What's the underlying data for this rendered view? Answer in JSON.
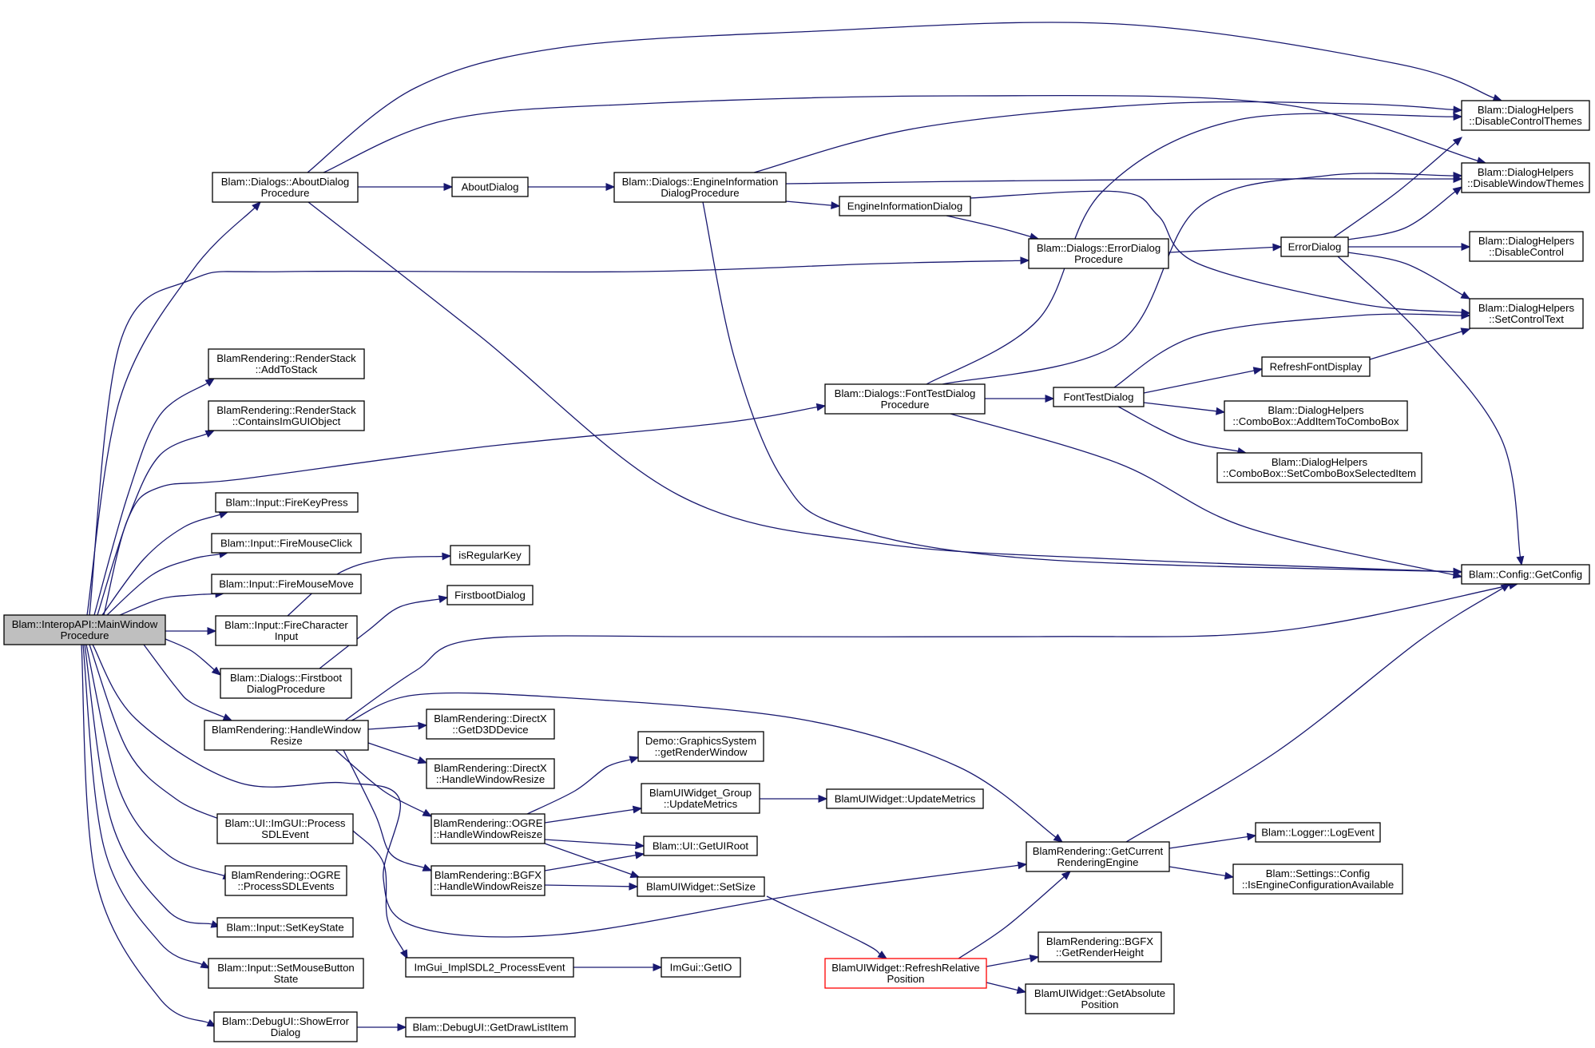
{
  "nodes": {
    "main": {
      "lines": [
        "Blam::InteropAPI::MainWindow",
        "Procedure"
      ],
      "style": "root"
    },
    "about_proc": {
      "lines": [
        "Blam::Dialogs::AboutDialog",
        "Procedure"
      ]
    },
    "about": {
      "lines": [
        "AboutDialog"
      ]
    },
    "engine_info_proc": {
      "lines": [
        "Blam::Dialogs::EngineInformation",
        "DialogProcedure"
      ]
    },
    "engine_info": {
      "lines": [
        "EngineInformationDialog"
      ]
    },
    "error_proc": {
      "lines": [
        "Blam::Dialogs::ErrorDialog",
        "Procedure"
      ]
    },
    "error": {
      "lines": [
        "ErrorDialog"
      ]
    },
    "disable_control_themes": {
      "lines": [
        "Blam::DialogHelpers",
        "::DisableControlThemes"
      ]
    },
    "disable_window_themes": {
      "lines": [
        "Blam::DialogHelpers",
        "::DisableWindowThemes"
      ]
    },
    "disable_control": {
      "lines": [
        "Blam::DialogHelpers",
        "::DisableControl"
      ]
    },
    "set_control_text": {
      "lines": [
        "Blam::DialogHelpers",
        "::SetControlText"
      ]
    },
    "add_to_stack": {
      "lines": [
        "BlamRendering::RenderStack",
        "::AddToStack"
      ]
    },
    "contains_imgui": {
      "lines": [
        "BlamRendering::RenderStack",
        "::ContainsImGUIObject"
      ]
    },
    "font_test_proc": {
      "lines": [
        "Blam::Dialogs::FontTestDialog",
        "Procedure"
      ]
    },
    "font_test": {
      "lines": [
        "FontTestDialog"
      ]
    },
    "refresh_font": {
      "lines": [
        "RefreshFontDisplay"
      ]
    },
    "add_item_combo": {
      "lines": [
        "Blam::DialogHelpers",
        "::ComboBox::AddItemToComboBox"
      ]
    },
    "set_combo_selected": {
      "lines": [
        "Blam::DialogHelpers",
        "::ComboBox::SetComboBoxSelectedItem"
      ]
    },
    "fire_key_press": {
      "lines": [
        "Blam::Input::FireKeyPress"
      ]
    },
    "fire_mouse_click": {
      "lines": [
        "Blam::Input::FireMouseClick"
      ]
    },
    "fire_mouse_move": {
      "lines": [
        "Blam::Input::FireMouseMove"
      ]
    },
    "fire_character": {
      "lines": [
        "Blam::Input::FireCharacter",
        "Input"
      ]
    },
    "is_regular_key": {
      "lines": [
        "isRegularKey"
      ]
    },
    "firstboot_dialog": {
      "lines": [
        "FirstbootDialog"
      ]
    },
    "firstboot_proc": {
      "lines": [
        "Blam::Dialogs::Firstboot",
        "DialogProcedure"
      ]
    },
    "get_config": {
      "lines": [
        "Blam::Config::GetConfig"
      ]
    },
    "handle_resize": {
      "lines": [
        "BlamRendering::HandleWindow",
        "Resize"
      ]
    },
    "get_d3d": {
      "lines": [
        "BlamRendering::DirectX",
        "::GetD3DDevice"
      ]
    },
    "dx_resize": {
      "lines": [
        "BlamRendering::DirectX",
        "::HandleWindowResize"
      ]
    },
    "ogre_resize": {
      "lines": [
        "BlamRendering::OGRE",
        "::HandleWindowReisze"
      ]
    },
    "bgfx_resize": {
      "lines": [
        "BlamRendering::BGFX",
        "::HandleWindowReisze"
      ]
    },
    "get_render_window": {
      "lines": [
        "Demo::GraphicsSystem",
        "::getRenderWindow"
      ]
    },
    "update_metrics_group": {
      "lines": [
        "BlamUIWidget_Group",
        "::UpdateMetrics"
      ]
    },
    "update_metrics": {
      "lines": [
        "BlamUIWidget::UpdateMetrics"
      ]
    },
    "get_ui_root": {
      "lines": [
        "Blam::UI::GetUIRoot"
      ]
    },
    "set_size": {
      "lines": [
        "BlamUIWidget::SetSize"
      ]
    },
    "get_current_engine": {
      "lines": [
        "BlamRendering::GetCurrent",
        "RenderingEngine"
      ]
    },
    "log_event": {
      "lines": [
        "Blam::Logger::LogEvent"
      ]
    },
    "is_engine_config": {
      "lines": [
        "Blam::Settings::Config",
        "::IsEngineConfigurationAvailable"
      ]
    },
    "process_sdl_event": {
      "lines": [
        "Blam::UI::ImGUI::Process",
        "SDLEvent"
      ]
    },
    "ogre_process_sdl": {
      "lines": [
        "BlamRendering::OGRE",
        "::ProcessSDLEvents"
      ]
    },
    "set_key_state": {
      "lines": [
        "Blam::Input::SetKeyState"
      ]
    },
    "set_mouse_button": {
      "lines": [
        "Blam::Input::SetMouseButton",
        "State"
      ]
    },
    "show_error_dialog": {
      "lines": [
        "Blam::DebugUI::ShowError",
        "Dialog"
      ]
    },
    "imgui_impl_sdl2": {
      "lines": [
        "ImGui_ImplSDL2_ProcessEvent"
      ]
    },
    "imgui_get_io": {
      "lines": [
        "ImGui::GetIO"
      ]
    },
    "get_draw_list_item": {
      "lines": [
        "Blam::DebugUI::GetDrawListItem"
      ]
    },
    "refresh_relative": {
      "lines": [
        "BlamUIWidget::RefreshRelative",
        "Position"
      ],
      "style": "highlight"
    },
    "bgfx_render_height": {
      "lines": [
        "BlamRendering::BGFX",
        "::GetRenderHeight"
      ]
    },
    "get_absolute": {
      "lines": [
        "BlamUIWidget::GetAbsolute",
        "Position"
      ]
    }
  },
  "colors": {
    "edge": "#191970",
    "node_border": "#000000",
    "root_fill": "#bfbfbf",
    "highlight_border": "#ff0000",
    "background": "#ffffff"
  }
}
